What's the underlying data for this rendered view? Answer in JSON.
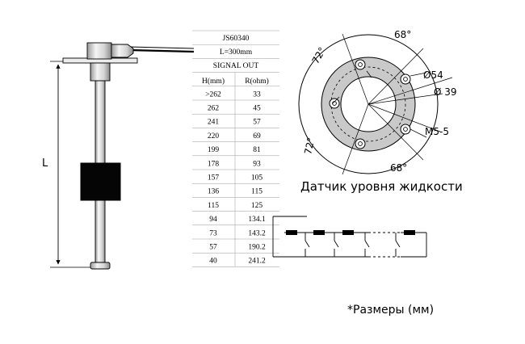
{
  "sensor": {
    "length_label": "L"
  },
  "table": {
    "model": "JS60340",
    "length": "L=300mm",
    "signal": "SIGNAL OUT",
    "headers": [
      "H(mm)",
      "R(ohm)"
    ],
    "rows": [
      [
        ">262",
        "33"
      ],
      [
        "262",
        "45"
      ],
      [
        "241",
        "57"
      ],
      [
        "220",
        "69"
      ],
      [
        "199",
        "81"
      ],
      [
        "178",
        "93"
      ],
      [
        "157",
        "105"
      ],
      [
        "136",
        "115"
      ],
      [
        "115",
        "125"
      ],
      [
        "94",
        "134.1"
      ],
      [
        "73",
        "143.2"
      ],
      [
        "57",
        "190.2"
      ],
      [
        "40",
        "241.2"
      ]
    ]
  },
  "flange": {
    "angle_top_left": "72°",
    "angle_top": "68°",
    "angle_bottom_left": "72°",
    "angle_bottom": "68°",
    "diameter_outer": "Ø54",
    "diameter_inner": "Ø 39",
    "screw": "M5-5"
  },
  "caption": "Датчик уровня жидкости",
  "footnote": "*Размеры (мм)",
  "colors": {
    "line": "#000000",
    "ring_fill": "#c8c8c8",
    "tube_fill": "#e0e0e0",
    "float_fill": "#000000"
  }
}
